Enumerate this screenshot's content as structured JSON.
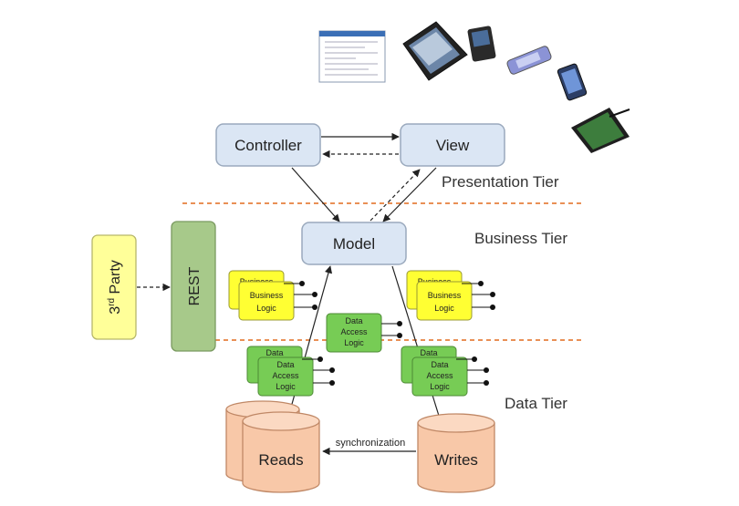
{
  "devices": {
    "items": [
      "document-form",
      "tablet",
      "smartphone",
      "slider-phone",
      "mobile-phone",
      "tablet-pc-pen"
    ]
  },
  "presentation": {
    "controller": "Controller",
    "view": "View",
    "tier_label": "Presentation Tier"
  },
  "business": {
    "model": "Model",
    "tier_label": "Business Tier",
    "logic_back": "Business",
    "logic_line1": "Business",
    "logic_line2": "Logic"
  },
  "external": {
    "third_party_base": "3",
    "third_party_sup": "rd",
    "third_party_rest": " Party",
    "rest": "REST"
  },
  "data_access": {
    "back": "Data",
    "line1": "Data",
    "line2": "Access",
    "line3": "Logic"
  },
  "data": {
    "tier_label": "Data Tier",
    "reads": "Reads",
    "writes": "Writes",
    "sync": "synchronization"
  },
  "colors": {
    "box_fill": "#dbe6f4",
    "box_stroke": "#9aa9bd",
    "business_fill": "#ffff33",
    "data_access_fill": "#77cc55",
    "third_party_fill": "#ffff99",
    "rest_fill": "#a7c98a",
    "db_fill": "#f8c8a8",
    "separator": "#e26b1f"
  }
}
